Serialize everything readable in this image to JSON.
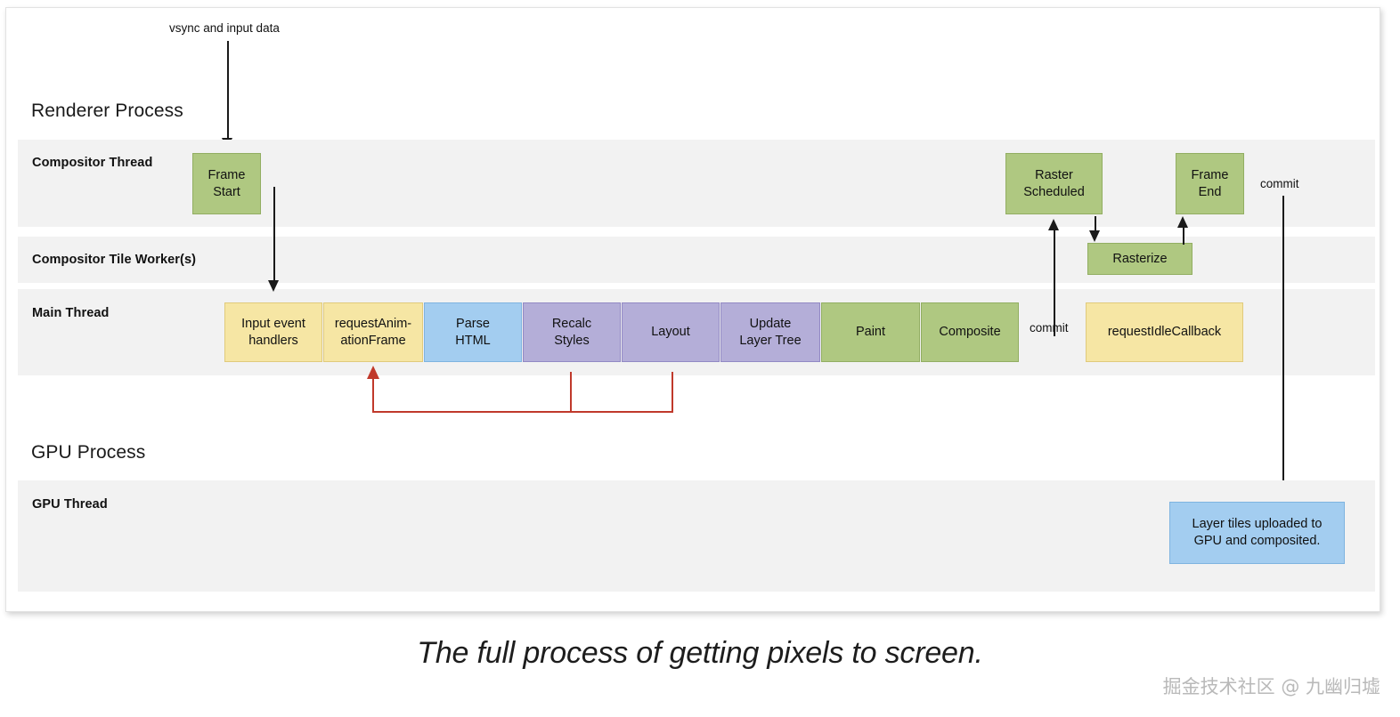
{
  "diagram": {
    "top_note": "vsync and input data",
    "processes": [
      {
        "title": "Renderer Process"
      },
      {
        "title": "GPU Process"
      }
    ],
    "lanes": [
      {
        "label": "Compositor Thread"
      },
      {
        "label": "Compositor Tile Worker(s)"
      },
      {
        "label": "Main Thread"
      },
      {
        "label": "GPU Thread"
      }
    ],
    "compositor_thread_boxes": [
      {
        "label": "Frame\nStart",
        "color": "#afc881"
      },
      {
        "label": "Raster\nScheduled",
        "color": "#afc881"
      },
      {
        "label": "Frame\nEnd",
        "color": "#afc881"
      }
    ],
    "tile_worker_boxes": [
      {
        "label": "Rasterize",
        "color": "#afc881"
      }
    ],
    "main_thread_boxes": [
      {
        "label": "Input event\nhandlers",
        "color": "#f6e6a4"
      },
      {
        "label": "requestAnim-\nationFrame",
        "color": "#f6e6a4"
      },
      {
        "label": "Parse\nHTML",
        "color": "#a3cdf0"
      },
      {
        "label": "Recalc\nStyles",
        "color": "#b4aed8"
      },
      {
        "label": "Layout",
        "color": "#b4aed8"
      },
      {
        "label": "Update\nLayer Tree",
        "color": "#b4aed8"
      },
      {
        "label": "Paint",
        "color": "#afc881"
      },
      {
        "label": "Composite",
        "color": "#afc881"
      },
      {
        "label": "requestIdleCallback",
        "color": "#f6e6a4"
      }
    ],
    "gpu_thread_boxes": [
      {
        "label": "Layer tiles uploaded to\nGPU and composited.",
        "color": "#a3cdf0"
      }
    ],
    "annotations": [
      {
        "label": "commit"
      },
      {
        "label": "commit"
      }
    ],
    "colors": {
      "green": "#afc881",
      "yellow": "#f6e6a4",
      "blue": "#a3cdf0",
      "purple": "#b4aed8",
      "lane_band": "#f2f2f2",
      "red_connector": "#c0392b",
      "arrow": "#1a1a1a"
    }
  },
  "caption": "The full process of getting pixels to screen.",
  "watermark": "掘金技术社区 @ 九幽归墟"
}
